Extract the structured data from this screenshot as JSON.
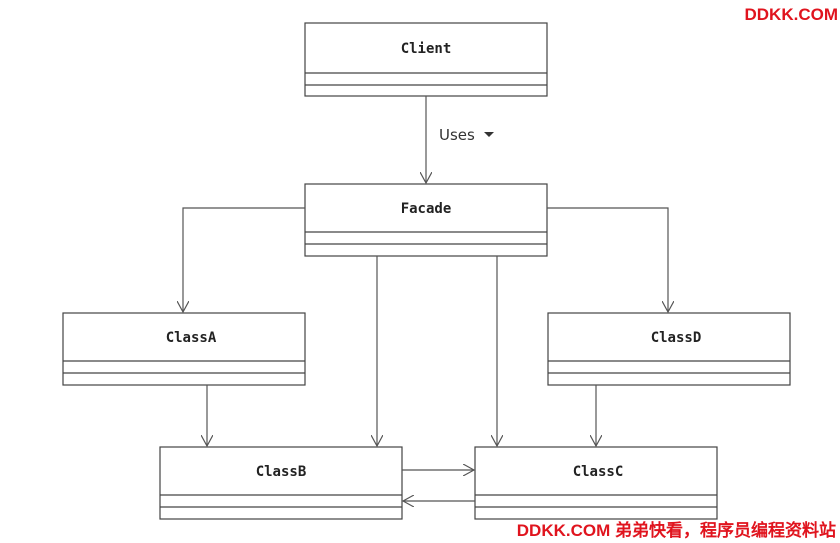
{
  "classes": {
    "client": "Client",
    "facade": "Facade",
    "class_a": "ClassA",
    "class_b": "ClassB",
    "class_c": "ClassC",
    "class_d": "ClassD"
  },
  "relations": {
    "uses_label": "Uses"
  },
  "watermarks": {
    "top": "DDKK.COM",
    "bottom": "DDKK.COM 弟弟快看，程序员编程资料站"
  },
  "colors": {
    "line": "#555555",
    "box_border": "#444444",
    "watermark": "#e0141e"
  }
}
